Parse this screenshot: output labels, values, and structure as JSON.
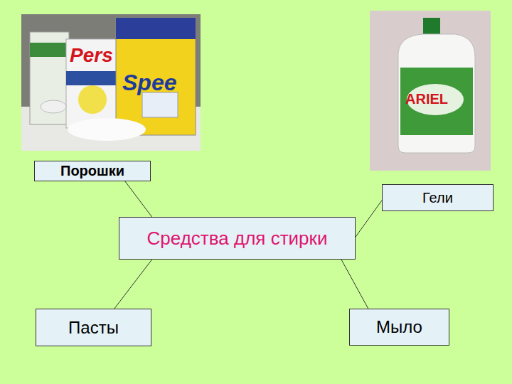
{
  "diagram": {
    "nodes": [
      {
        "text": [
          "Порошки"
        ]
      },
      {
        "text": [
          "Гели"
        ]
      },
      {
        "text": [
          "Средства для стирки"
        ]
      },
      {
        "text": [
          "Пасты"
        ]
      },
      {
        "text": [
          "Мыло"
        ]
      }
    ],
    "edges": [
      {
        "from": 2,
        "to": 0,
        "arrow": "none"
      },
      {
        "from": 2,
        "to": 1,
        "arrow": "none"
      },
      {
        "from": 2,
        "to": 3,
        "arrow": "none"
      },
      {
        "from": 2,
        "to": 4,
        "arrow": "none"
      }
    ],
    "labels": [
      "Pers",
      "Spee",
      "ARIEL"
    ]
  }
}
